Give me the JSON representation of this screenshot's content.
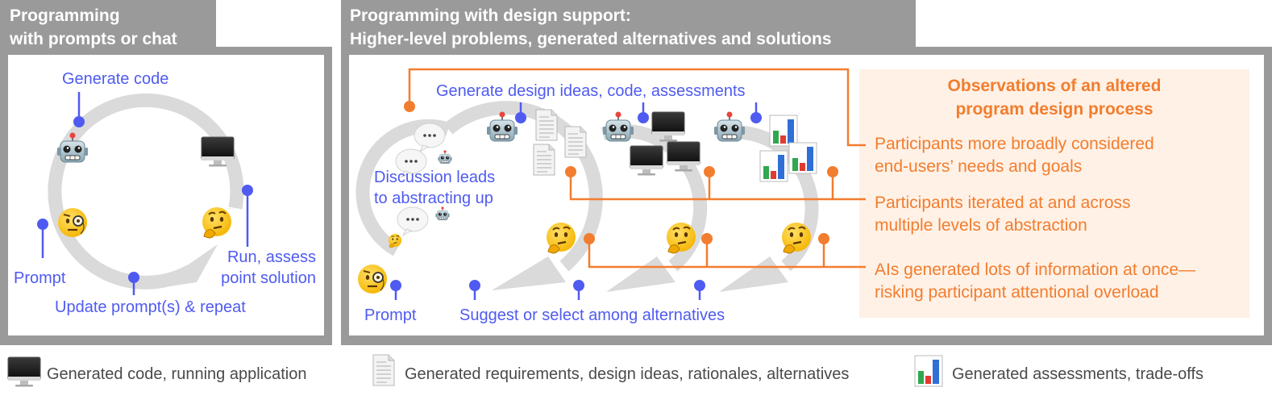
{
  "left_panel": {
    "title_line1": "Programming",
    "title_line2": "with prompts or chat",
    "labels": {
      "generate_code": "Generate code",
      "prompt": "Prompt",
      "run_assess_1": "Run, assess",
      "run_assess_2": "point solution",
      "update": "Update prompt(s) & repeat"
    }
  },
  "right_panel": {
    "title_line1": "Programming with design support:",
    "title_line2": "Higher-level problems, generated alternatives and solutions",
    "labels": {
      "generate_design": "Generate design ideas, code, assessments",
      "discussion_1": "Discussion leads",
      "discussion_2": "to abstracting up",
      "prompt": "Prompt",
      "suggest": "Suggest or select among alternatives"
    },
    "observations": {
      "title_line1": "Observations of an altered",
      "title_line2": "program design process",
      "items": [
        {
          "line1": "Participants more broadly considered",
          "line2": "end-users’ needs and goals"
        },
        {
          "line1": "Participants iterated at and across",
          "line2": "multiple levels of abstraction"
        },
        {
          "line1": "AIs generated lots of information at once—",
          "line2": "risking participant attentional overload"
        }
      ]
    }
  },
  "legend": [
    {
      "icon": "monitor-icon",
      "label": "Generated code, running application"
    },
    {
      "icon": "document-icon",
      "label": "Generated requirements, design ideas, rationales, alternatives"
    },
    {
      "icon": "bar-chart-icon",
      "label": "Generated assessments, trade-offs"
    }
  ],
  "colors": {
    "frame": "#9a9a9a",
    "prompt_blue": "#4f5bf0",
    "observation_orange": "#f27d2e",
    "observation_bg": "#fff1e6",
    "cycle_arrow": "#dadada"
  }
}
